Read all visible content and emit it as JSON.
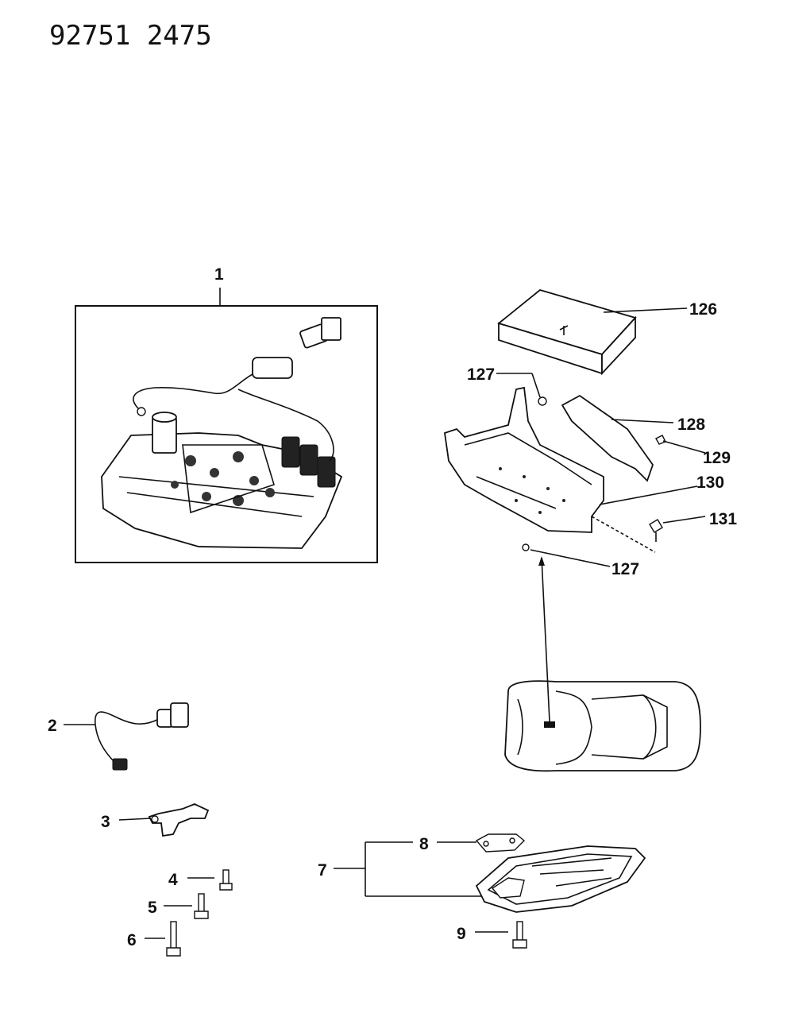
{
  "header": {
    "diagram_number": "92751 2475"
  },
  "callouts": {
    "c1": "1",
    "c2": "2",
    "c3": "3",
    "c4": "4",
    "c5": "5",
    "c6": "6",
    "c7": "7",
    "c8": "8",
    "c9": "9",
    "c126": "126",
    "c127a": "127",
    "c127b": "127",
    "c128": "128",
    "c129": "129",
    "c130": "130",
    "c131": "131"
  }
}
